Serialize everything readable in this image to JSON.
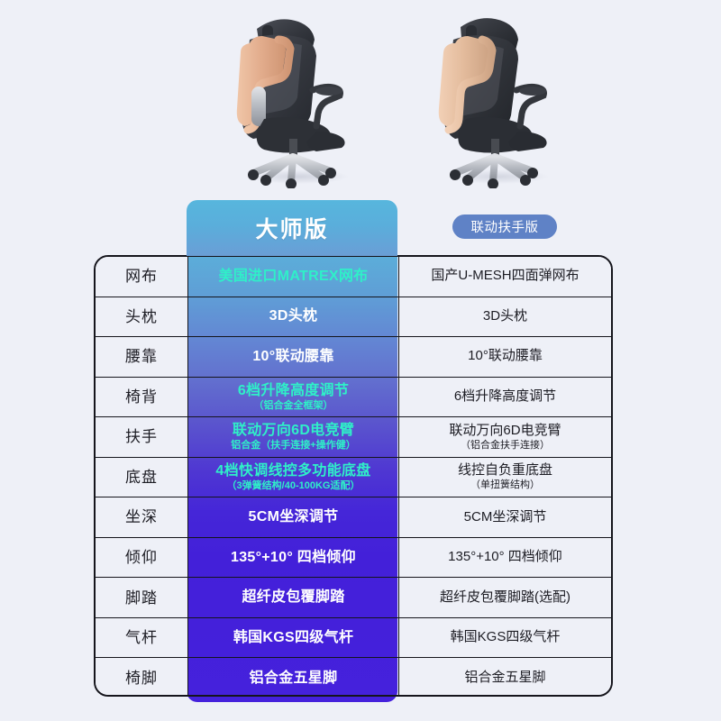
{
  "page": {
    "background_color": "#eef0f7",
    "title": "人体工学椅版本对比"
  },
  "photos": [
    {
      "name": "master-version-chair",
      "alt": "大师版人体工学椅",
      "frame_color": "#e8b79a",
      "mesh_color": "#3a3d44",
      "base_color": "#c4c7cc"
    },
    {
      "name": "linked-armrest-version-chair",
      "alt": "联动扶手版人体工学椅",
      "frame_color": "#e6c2a6",
      "mesh_color": "#33363c",
      "base_color": "#b9bcc2"
    }
  ],
  "tabs": {
    "master": {
      "label": "大师版",
      "active": true,
      "color_top": "#57b6dd",
      "color_bottom": "#6a9ed6"
    },
    "other": {
      "label": "联动扶手版",
      "active": false,
      "color": "#5f82c6"
    }
  },
  "accent_colors": {
    "highlight_text": "#2ff0c8",
    "column_gradient_start": "#5bb0da",
    "column_gradient_end": "#4521dc",
    "border": "#15151c",
    "cell_bg": "#eef0f7"
  },
  "table": {
    "columns": [
      "",
      "大师版",
      "联动扶手版"
    ],
    "rows": [
      {
        "label": "网布",
        "master": {
          "main": "美国进口MATREX网布",
          "sub": "",
          "accent": true
        },
        "other": {
          "main": "国产U-MESH四面弹网布",
          "sub": ""
        }
      },
      {
        "label": "头枕",
        "master": {
          "main": "3D头枕",
          "sub": "",
          "accent": false
        },
        "other": {
          "main": "3D头枕",
          "sub": ""
        }
      },
      {
        "label": "腰靠",
        "master": {
          "main": "10°联动腰靠",
          "sub": "",
          "accent": false
        },
        "other": {
          "main": "10°联动腰靠",
          "sub": ""
        }
      },
      {
        "label": "椅背",
        "master": {
          "main": "6档升降高度调节",
          "sub": "（铝合金全框架）",
          "accent": true
        },
        "other": {
          "main": "6档升降高度调节",
          "sub": ""
        }
      },
      {
        "label": "扶手",
        "master": {
          "main": "联动万向6D电竞臂",
          "sub": "铝合金（扶手连接+操作健）",
          "accent": true
        },
        "other": {
          "main": "联动万向6D电竞臂",
          "sub": "（铝合金扶手连接）"
        }
      },
      {
        "label": "底盘",
        "master": {
          "main": "4档快调线控多功能底盘",
          "sub": "（3弹簧结构/40-100KG适配）",
          "accent": true
        },
        "other": {
          "main": "线控自负重底盘",
          "sub": "（单扭簧结构）"
        }
      },
      {
        "label": "坐深",
        "master": {
          "main": "5CM坐深调节",
          "sub": "",
          "accent": false
        },
        "other": {
          "main": "5CM坐深调节",
          "sub": ""
        }
      },
      {
        "label": "倾仰",
        "master": {
          "main": "135°+10° 四档倾仰",
          "sub": "",
          "accent": false
        },
        "other": {
          "main": "135°+10° 四档倾仰",
          "sub": ""
        }
      },
      {
        "label": "脚踏",
        "master": {
          "main": "超纤皮包覆脚踏",
          "sub": "",
          "accent": false
        },
        "other": {
          "main": "超纤皮包覆脚踏(选配)",
          "sub": ""
        }
      },
      {
        "label": "气杆",
        "master": {
          "main": "韩国KGS四级气杆",
          "sub": "",
          "accent": false
        },
        "other": {
          "main": "韩国KGS四级气杆",
          "sub": ""
        }
      },
      {
        "label": "椅脚",
        "master": {
          "main": "铝合金五星脚",
          "sub": "",
          "accent": false
        },
        "other": {
          "main": "铝合金五星脚",
          "sub": ""
        }
      }
    ]
  }
}
